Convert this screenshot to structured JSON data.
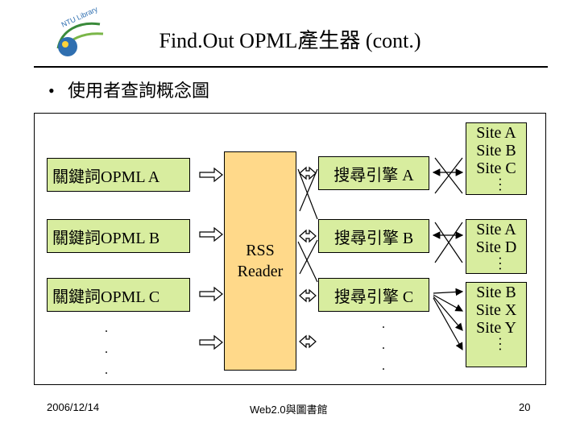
{
  "title": "Find.Out OPML產生器 (cont.)",
  "bullet": "使用者查詢概念圖",
  "keywords": [
    "關鍵詞OPML  A",
    "關鍵詞OPML  B",
    "關鍵詞OPML  C"
  ],
  "reader_line1": "RSS",
  "reader_line2": "Reader",
  "engines": [
    "搜尋引擎  A",
    "搜尋引擎  B",
    "搜尋引擎  C"
  ],
  "site_groups": [
    [
      "Site  A",
      "Site  B",
      "Site  C"
    ],
    [
      "Site  A",
      "Site  D"
    ],
    [
      "Site  B",
      "Site  X",
      "Site  Y"
    ]
  ],
  "ellipsis": "．．．",
  "footer": {
    "date": "2006/12/14",
    "center": "Web2.0與圖書館",
    "page": "20"
  },
  "colors": {
    "green_box": "#d8ed9f",
    "reader_box": "#ffd98a"
  }
}
